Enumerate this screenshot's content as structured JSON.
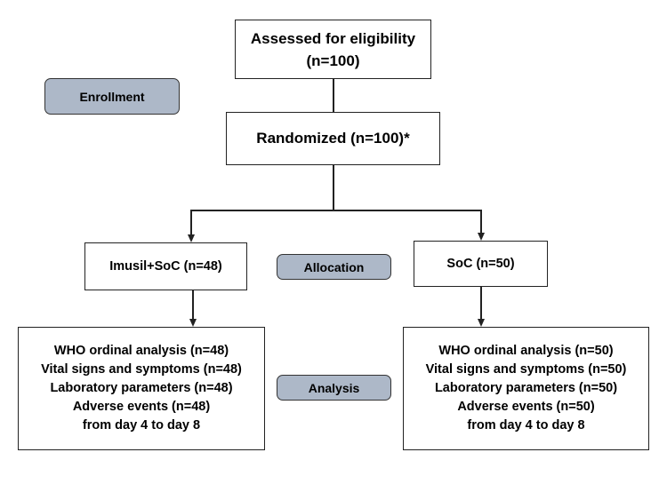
{
  "stages": {
    "enrollment": "Enrollment",
    "allocation": "Allocation",
    "analysis": "Analysis"
  },
  "boxes": {
    "eligibility": {
      "line1": "Assessed for eligibility",
      "line2": "(n=100)"
    },
    "randomized": "Randomized (n=100)*",
    "arm_left": "Imusil+SoC (n=48)",
    "arm_right": "SoC (n=50)",
    "analysis_left": [
      "WHO ordinal analysis (n=48)",
      "Vital signs and symptoms (n=48)",
      "Laboratory parameters (n=48)",
      "Adverse events (n=48)",
      "from day 4 to day 8"
    ],
    "analysis_right": [
      "WHO ordinal analysis (n=50)",
      "Vital signs and symptoms (n=50)",
      "Laboratory parameters (n=50)",
      "Adverse events (n=50)",
      "from day 4 to day 8"
    ]
  },
  "colors": {
    "stage_fill": "#adb8c8",
    "line": "#222222"
  }
}
